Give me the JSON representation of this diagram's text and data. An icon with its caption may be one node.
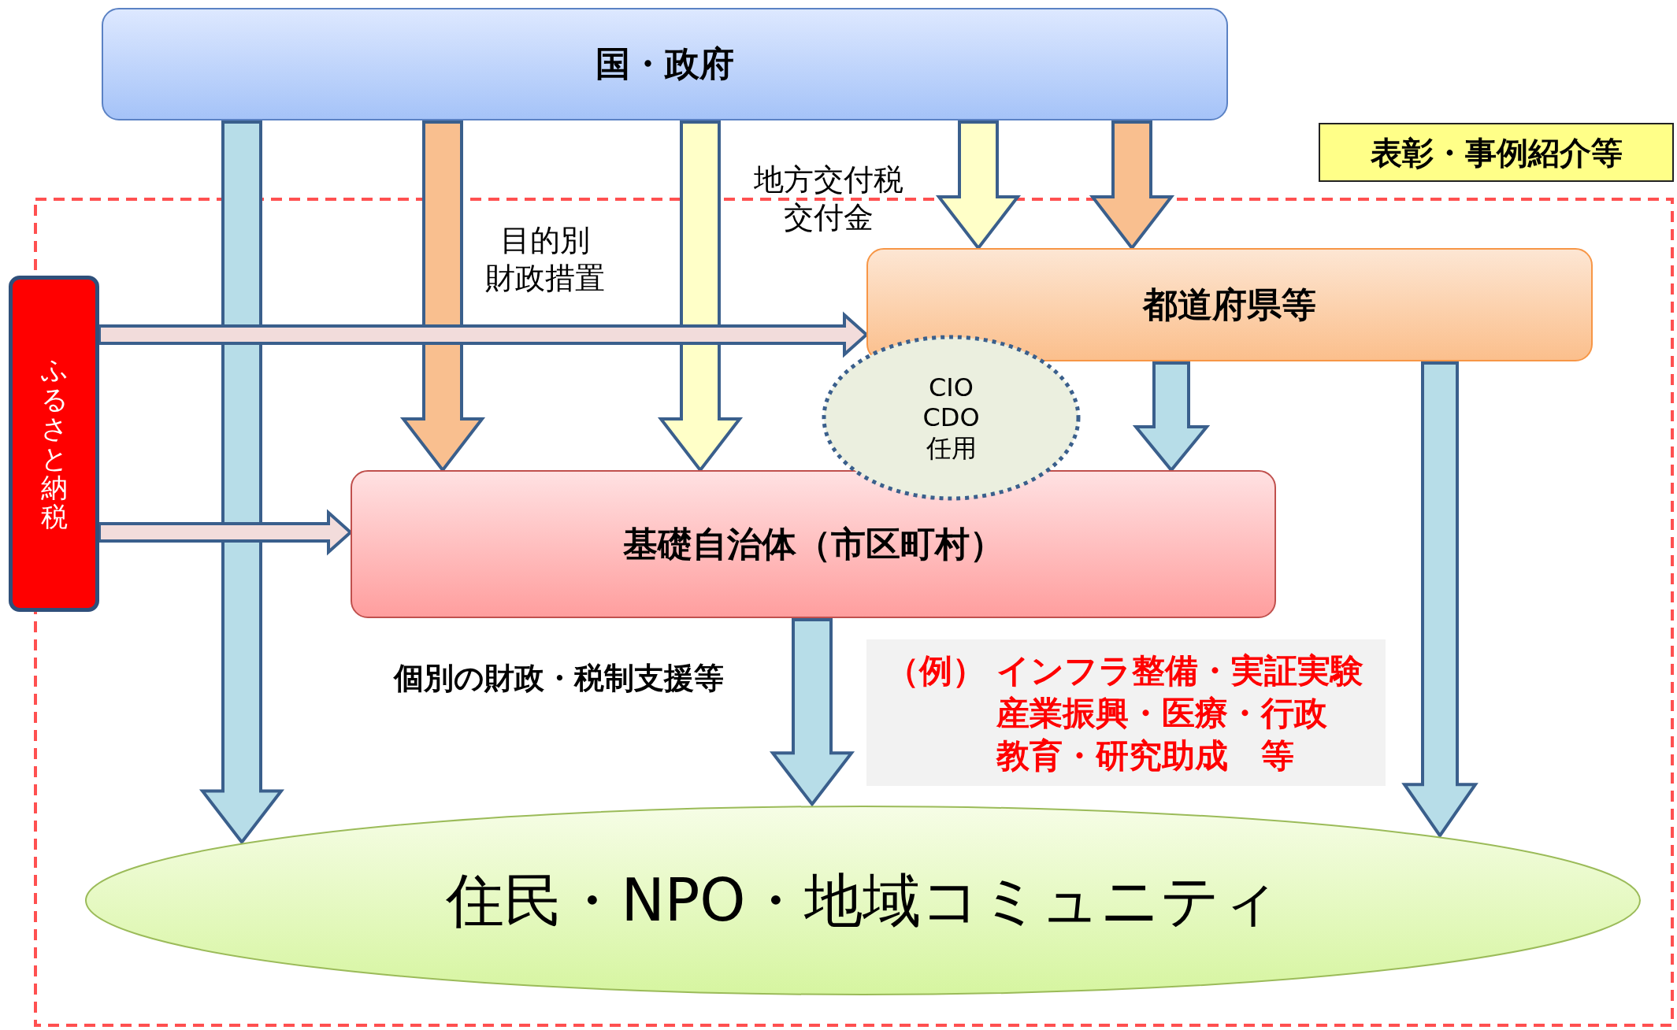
{
  "diagram": {
    "nodes": [
      {
        "text": [
          "国・政府"
        ]
      },
      {
        "text": [
          "表彰・事例紹介等"
        ]
      },
      {
        "text": [
          "ふるさと納税"
        ]
      },
      {
        "text": [
          "都道府県等"
        ]
      },
      {
        "text": [
          "CIO CDO 任用"
        ]
      },
      {
        "text": [
          "基礎自治体（市区町村）"
        ]
      },
      {
        "text": [
          "住民・NPO・地域コミュニティ"
        ]
      },
      {
        "text": [
          "（例）",
          "インフラ整備・実証実験",
          "産業振興・医療・行政",
          "教育・研究助成　等"
        ]
      }
    ],
    "edges": [
      {
        "from": 0,
        "to": 6,
        "arrow": "to"
      },
      {
        "from": 0,
        "to": 5,
        "arrow": "to",
        "color": "#f9bf8f"
      },
      {
        "from": 0,
        "to": 5,
        "arrow": "to",
        "color": "#ffffc8"
      },
      {
        "from": 0,
        "to": 3,
        "arrow": "to",
        "color": "#ffffc8"
      },
      {
        "from": 0,
        "to": 3,
        "arrow": "to",
        "color": "#f9bf8f"
      },
      {
        "from": 2,
        "to": 3,
        "arrow": "to",
        "color": "#f2dcdb"
      },
      {
        "from": 2,
        "to": 5,
        "arrow": "to",
        "color": "#f2dcdb"
      },
      {
        "from": 3,
        "to": 5,
        "arrow": "to"
      },
      {
        "from": 3,
        "to": 6,
        "arrow": "to"
      },
      {
        "from": 5,
        "to": 6,
        "arrow": "to"
      }
    ],
    "labels": [
      "目的別財政措置",
      "地方交付税交付金",
      "個別の財政・税制支援等"
    ]
  }
}
